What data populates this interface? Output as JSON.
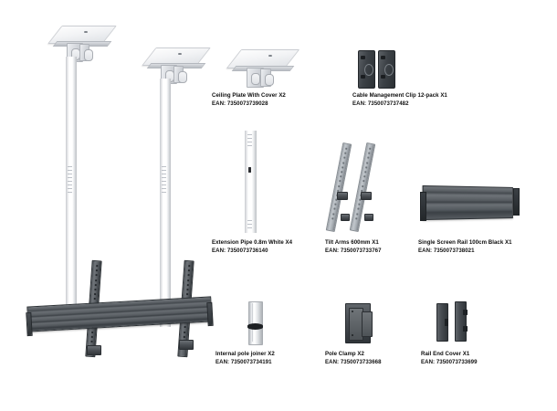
{
  "document": {
    "type": "product-parts-exploded-diagram",
    "background_color": "#ffffff"
  },
  "assembly": {
    "name": "ceiling-mount-assembly",
    "description": "Assembled dual-pole ceiling TV mount with ceiling plates, white extension poles, tilt arms and single screen rail"
  },
  "parts": [
    {
      "id": "ceiling-plate",
      "title": "Ceiling Plate With Cover X2",
      "ean_label": "EAN: 7350073739028",
      "quantity": "X2",
      "color": "#e8eaed"
    },
    {
      "id": "cable-management-clip",
      "title": "Cable Management Clip 12-pack X1",
      "ean_label": "EAN: 7350073737482",
      "quantity": "X1",
      "color": "#3c4146"
    },
    {
      "id": "extension-pipe",
      "title": "Extension Pipe 0.8m White X4",
      "ean_label": "EAN: 7350073736140",
      "quantity": "X4",
      "color": "#ffffff"
    },
    {
      "id": "tilt-arms",
      "title": "Tilt Arms 600mm X1",
      "ean_label": "EAN: 7350073733767",
      "quantity": "X1",
      "color": "#a8aeb4"
    },
    {
      "id": "single-screen-rail",
      "title": "Single Screen Rail 100cm Black X1",
      "ean_label": "EAN: 7350073738021",
      "quantity": "X1",
      "color": "#4a4f54"
    },
    {
      "id": "internal-pole-joiner",
      "title": "Internal pole joiner X2",
      "ean_label": "EAN: 7350073734191",
      "quantity": "X2",
      "color": "#dfe2e5"
    },
    {
      "id": "pole-clamp",
      "title": "Pole Clamp X2",
      "ean_label": "EAN: 7350073733668",
      "quantity": "X2",
      "color": "#474c51"
    },
    {
      "id": "rail-end-cover",
      "title": "Rail End Cover X1",
      "ean_label": "EAN: 7350073733699",
      "quantity": "X1",
      "color": "#474c51"
    }
  ]
}
